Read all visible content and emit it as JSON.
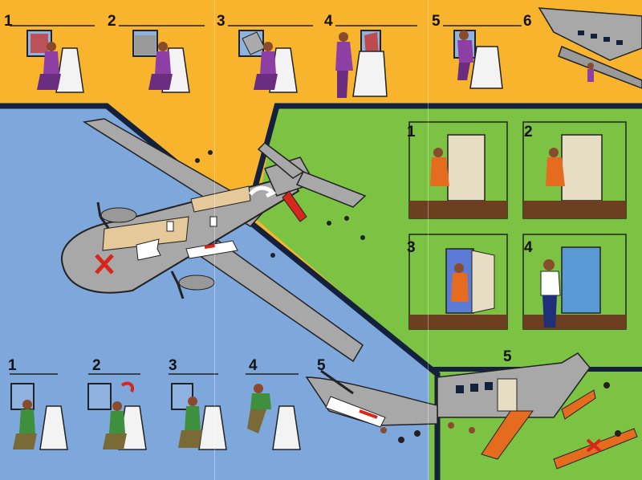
{
  "card": {
    "colors": {
      "yellow": "#f7b42c",
      "blue": "#7ea7dc",
      "green": "#7cc243",
      "navy": "#14213d",
      "plane_gray": "#a8a8a8",
      "floor_brown": "#6b3f1f",
      "exit_red": "#d9261c"
    },
    "window_exit_strip": {
      "steps": [
        "1",
        "2",
        "3",
        "4",
        "5",
        "6"
      ]
    },
    "door_exit_panel": {
      "steps": [
        "1",
        "2",
        "3",
        "4",
        "5"
      ]
    },
    "overwing_exit_strip": {
      "steps": [
        "1",
        "2",
        "3",
        "4",
        "5"
      ]
    }
  }
}
